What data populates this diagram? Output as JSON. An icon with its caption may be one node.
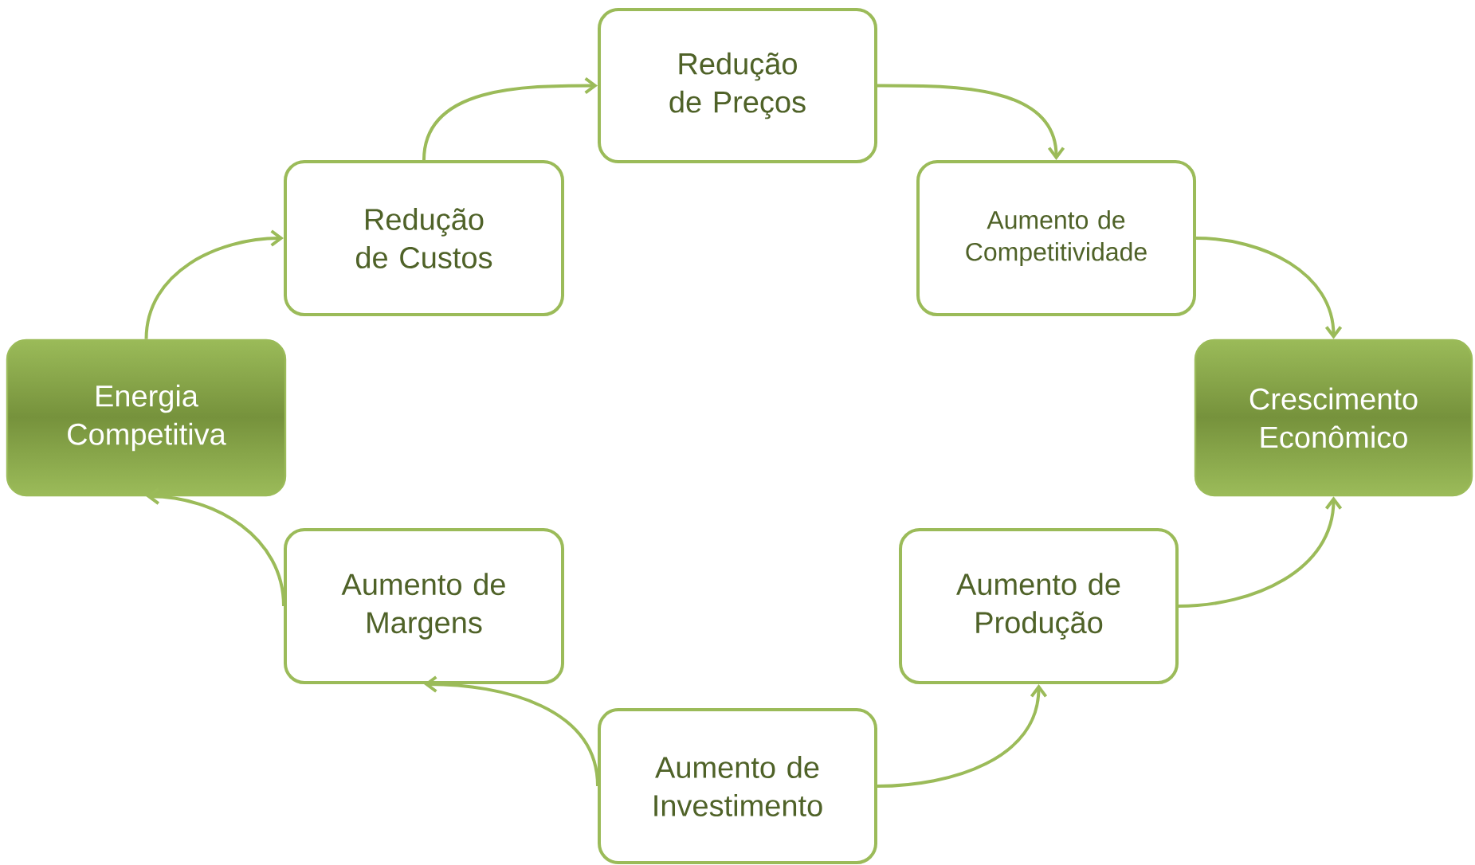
{
  "diagram": {
    "nodes": [
      {
        "text": [
          "Energia Competitiva"
        ]
      },
      {
        "text": [
          "Redução de Custos"
        ]
      },
      {
        "text": [
          "Redução de Preços"
        ]
      },
      {
        "text": [
          "Aumento de Competitividade"
        ]
      },
      {
        "text": [
          "Crescimento Econômico"
        ]
      },
      {
        "text": [
          "Aumento de Produção"
        ]
      },
      {
        "text": [
          "Aumento de Investimento"
        ]
      },
      {
        "text": [
          "Aumento de Margens"
        ]
      }
    ],
    "edges": [
      {
        "from": 0,
        "to": 1,
        "arrow": "to"
      },
      {
        "from": 1,
        "to": 2,
        "arrow": "to"
      },
      {
        "from": 2,
        "to": 3,
        "arrow": "to"
      },
      {
        "from": 3,
        "to": 4,
        "arrow": "to"
      },
      {
        "from": 5,
        "to": 4,
        "arrow": "to"
      },
      {
        "from": 6,
        "to": 5,
        "arrow": "to"
      },
      {
        "from": 6,
        "to": 7,
        "arrow": "to"
      },
      {
        "from": 7,
        "to": 0,
        "arrow": "to"
      }
    ]
  }
}
